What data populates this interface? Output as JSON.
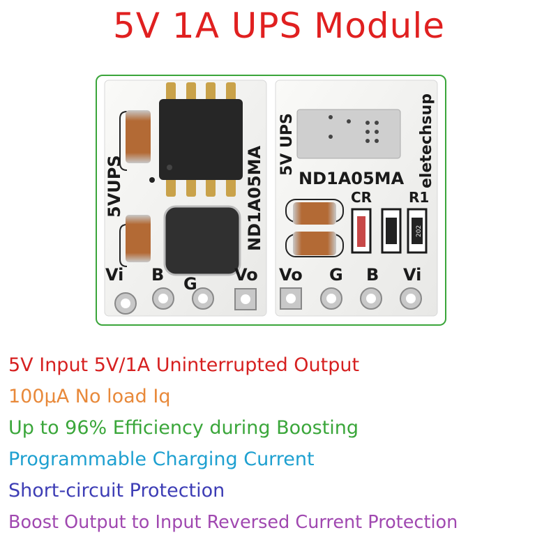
{
  "header": {
    "title": "5V 1A UPS Module"
  },
  "board_left": {
    "label_name": "5VUPS",
    "label_model": "ND1A05MA",
    "pins": [
      "Vi",
      "B",
      "G",
      "Vo"
    ]
  },
  "board_right": {
    "label_name": "5V UPS",
    "label_brand": "eletechsup",
    "label_model": "ND1A05MA",
    "label_cr": "CR",
    "label_r1": "R1",
    "resistor_code": "202",
    "pins": [
      "Vo",
      "G",
      "B",
      "Vi"
    ]
  },
  "features": [
    {
      "text": "5V Input 5V/1A Uninterrupted Output",
      "color": "#d62020"
    },
    {
      "text": "100μA No load Iq",
      "color": "#e8893a"
    },
    {
      "text": "Up to 96% Efficiency during Boosting",
      "color": "#3aa63a"
    },
    {
      "text": "Programmable Charging Current",
      "color": "#1ea0d0"
    },
    {
      "text": "Short-circuit Protection",
      "color": "#3d3db5"
    },
    {
      "text": "Boost Output to Input Reversed Current Protection",
      "color": "#a048b0"
    }
  ],
  "colors": {
    "title": "#e02020",
    "frame": "#3aa53a",
    "pcb": "#f4f4f2",
    "silkscreen": "#1a1a1a",
    "chip": "#2b2b2b",
    "capacitor": "#b06a3a",
    "pad": "#c9c9c9"
  }
}
